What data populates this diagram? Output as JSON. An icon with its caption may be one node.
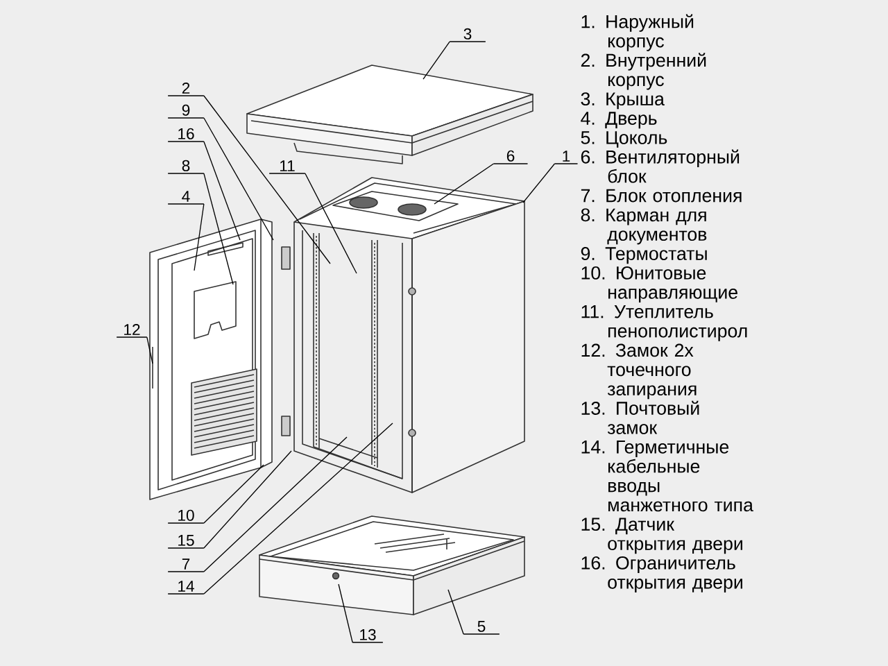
{
  "diagram": {
    "nodes": [
      {
        "text": [
          "3"
        ]
      },
      {
        "text": [
          "2"
        ]
      },
      {
        "text": [
          "9"
        ]
      },
      {
        "text": [
          "16"
        ]
      },
      {
        "text": [
          "6"
        ]
      },
      {
        "text": [
          "1"
        ]
      },
      {
        "text": [
          "8"
        ]
      },
      {
        "text": [
          "11"
        ]
      },
      {
        "text": [
          "4"
        ]
      },
      {
        "text": [
          "12"
        ]
      },
      {
        "text": [
          "10"
        ]
      },
      {
        "text": [
          "15"
        ]
      },
      {
        "text": [
          "7"
        ]
      },
      {
        "text": [
          "14"
        ]
      },
      {
        "text": [
          "5"
        ]
      },
      {
        "text": [
          "13"
        ]
      }
    ],
    "edges": [
      {
        "from": 0,
        "to": null,
        "arrow": "none"
      },
      {
        "from": 1,
        "to": null,
        "arrow": "none"
      },
      {
        "from": 2,
        "to": null,
        "arrow": "none"
      },
      {
        "from": 3,
        "to": null,
        "arrow": "none"
      },
      {
        "from": 4,
        "to": null,
        "arrow": "none"
      },
      {
        "from": 5,
        "to": null,
        "arrow": "none"
      },
      {
        "from": 6,
        "to": null,
        "arrow": "none"
      },
      {
        "from": 7,
        "to": null,
        "arrow": "none"
      },
      {
        "from": 8,
        "to": null,
        "arrow": "none"
      },
      {
        "from": 9,
        "to": null,
        "arrow": "none"
      },
      {
        "from": 10,
        "to": null,
        "arrow": "none"
      },
      {
        "from": 11,
        "to": null,
        "arrow": "none"
      },
      {
        "from": 12,
        "to": null,
        "arrow": "none"
      },
      {
        "from": 13,
        "to": null,
        "arrow": "none"
      },
      {
        "from": 14,
        "to": null,
        "arrow": "none"
      },
      {
        "from": 15,
        "to": null,
        "arrow": "none"
      }
    ],
    "labels": [
      "1. Наружный корпус",
      "2. Внутренний корпус",
      "3. Крыша",
      "4. Дверь",
      "5. Цоколь",
      "6. Вентиляторный блок",
      "7. Блок отопления",
      "8. Карман для документов",
      "9. Термостаты",
      "10. Юнитовые направляющие",
      "11. Утеплитель пенополистирол",
      "12. Замок 2х точечного запирания",
      "13. Почтовый замок",
      "14. Герметичные кабельные вводы манжетного типа",
      "15. Датчик открытия двери",
      "16. Ограничитель открытия двери"
    ]
  }
}
